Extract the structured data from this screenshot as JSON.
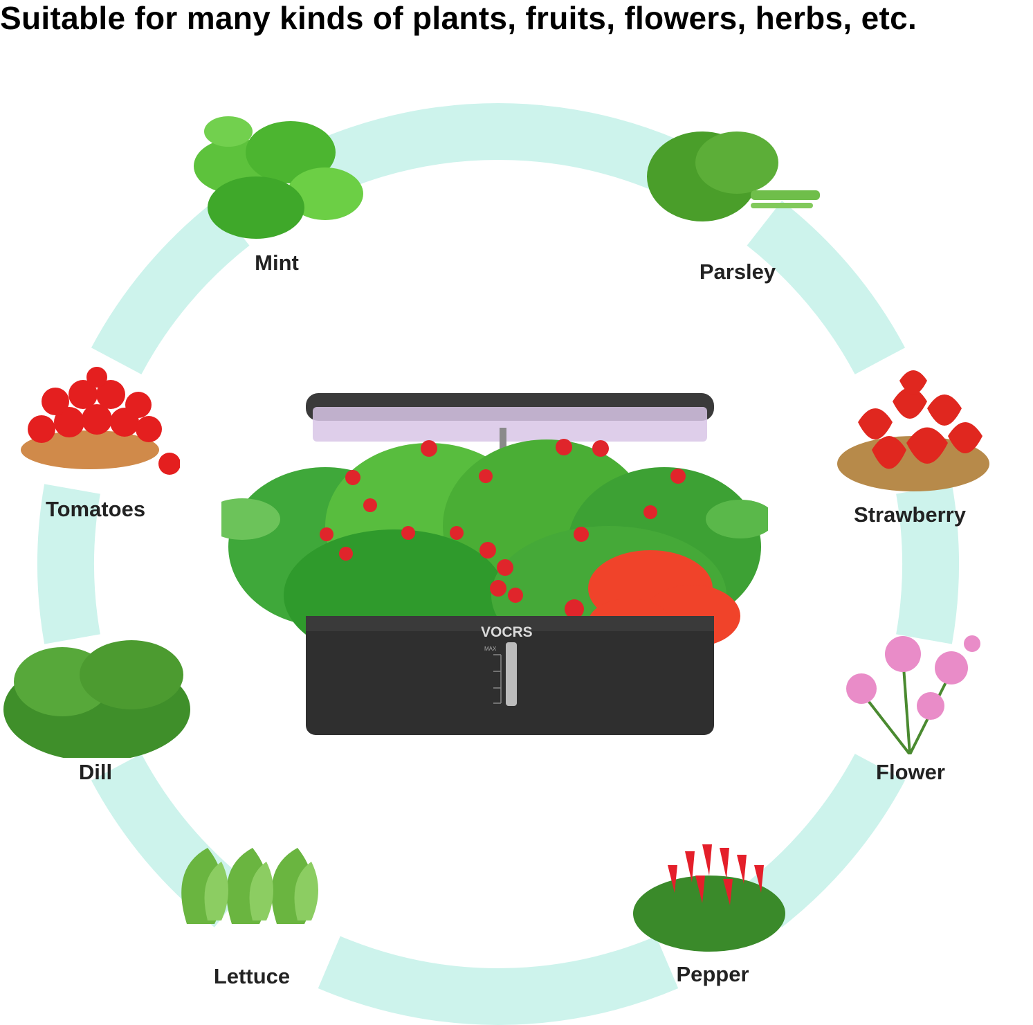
{
  "headline": "Suitable for many kinds of plants, fruits, flowers, herbs, etc.",
  "ring_color": "#cdf3ec",
  "product": {
    "brand": "VOCRS",
    "gauge_top": "MAX"
  },
  "plants": [
    {
      "label": "Mint"
    },
    {
      "label": "Parsley"
    },
    {
      "label": "Tomatoes"
    },
    {
      "label": "Strawberry"
    },
    {
      "label": "Dill"
    },
    {
      "label": "Flower"
    },
    {
      "label": "Lettuce"
    },
    {
      "label": "Pepper"
    }
  ]
}
